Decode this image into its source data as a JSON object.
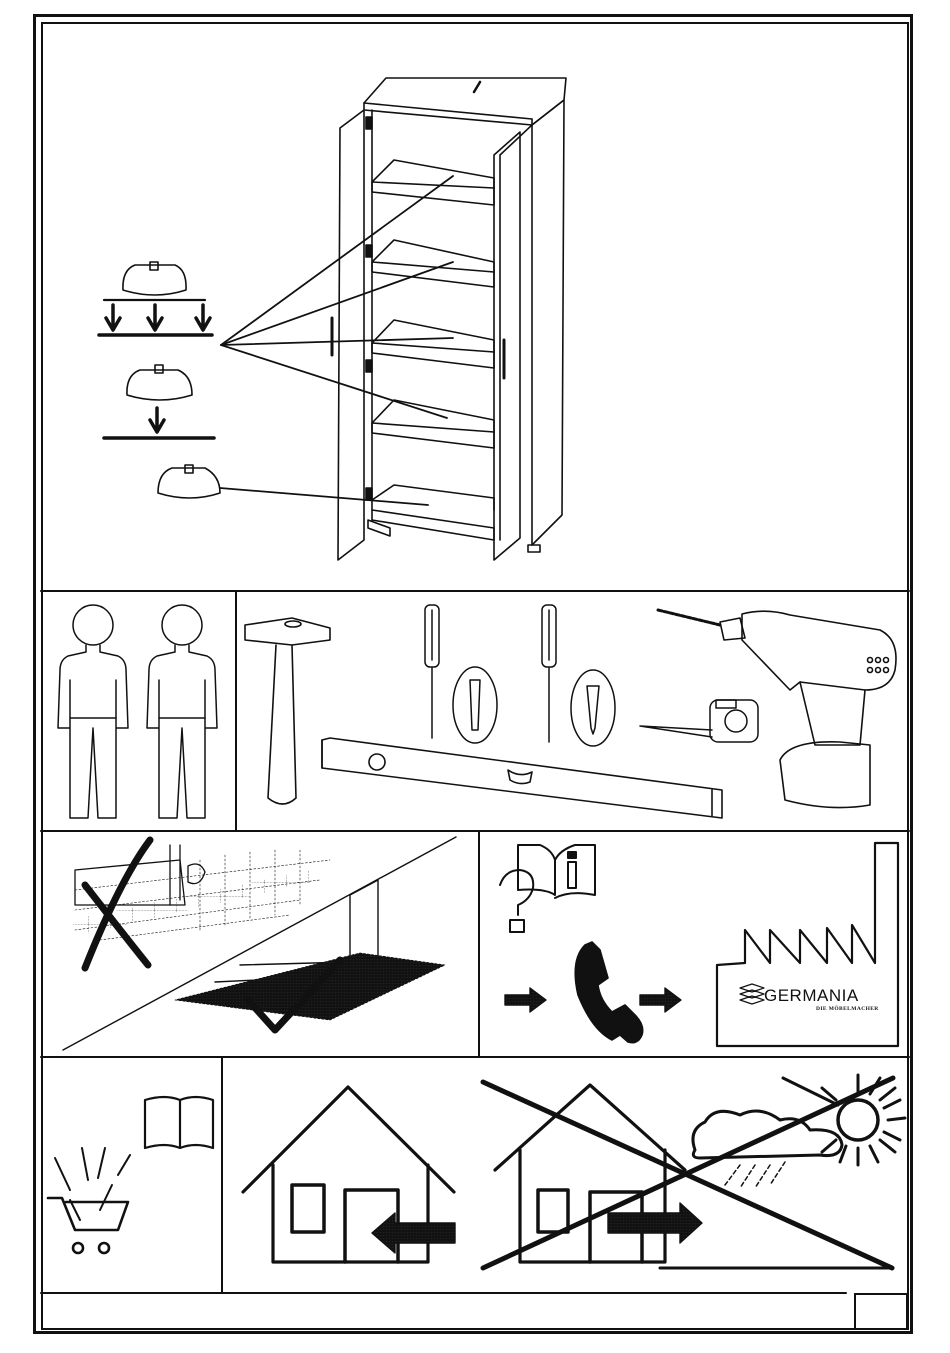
{
  "brand": {
    "name": "GERMANIA",
    "tagline": "DIE MÖBELMACHER"
  },
  "icons": [
    "wardrobe-assembly-diagram",
    "shelf-support-icon",
    "two-person-icon",
    "hammer-icon",
    "flat-screwdriver-icon",
    "phillips-screwdriver-icon",
    "spirit-level-icon",
    "tape-measure-icon",
    "cordless-drill-icon",
    "hard-floor-crossed-icon",
    "protected-floor-check-icon",
    "manual-info-icon",
    "phone-icon",
    "factory-icon",
    "hardware-cart-icon",
    "indoor-house-icon",
    "outdoor-house-crossed-icon"
  ],
  "footer": {
    "page_number": ""
  }
}
